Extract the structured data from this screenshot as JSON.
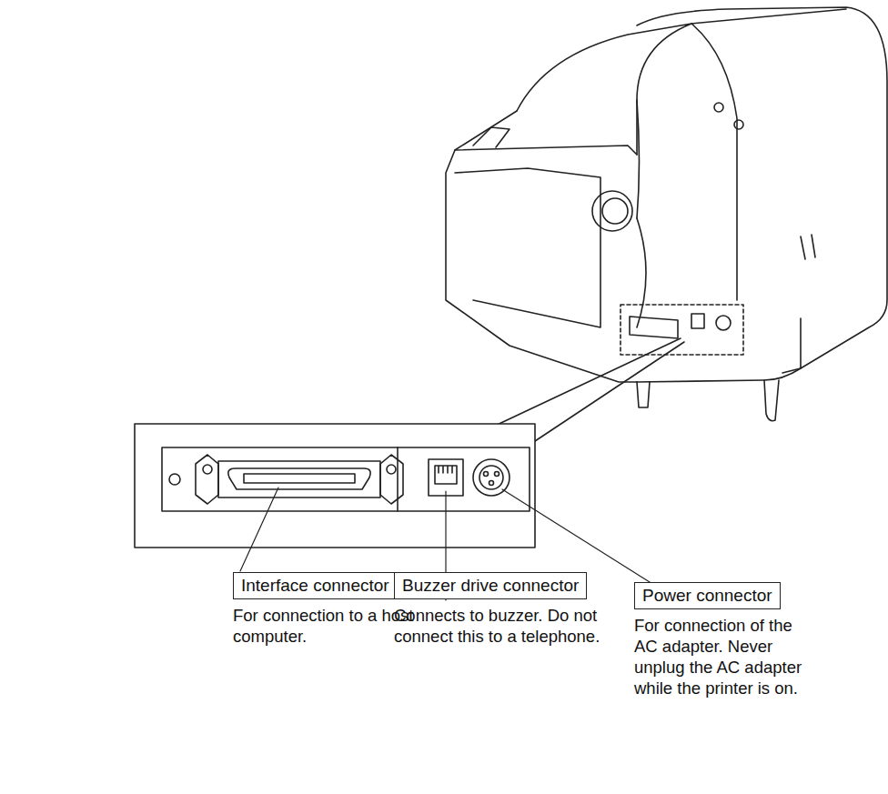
{
  "diagram": {
    "nodes": [
      {
        "text": [
          "Interface connector",
          "For connection to a host computer."
        ]
      },
      {
        "text": [
          "Buzzer drive connector",
          "Connects to buzzer. Do not connect this to a telephone."
        ]
      },
      {
        "text": [
          "Power connector",
          "For connection of the AC adapter. Never unplug the AC adapter while the printer is on."
        ]
      }
    ]
  }
}
